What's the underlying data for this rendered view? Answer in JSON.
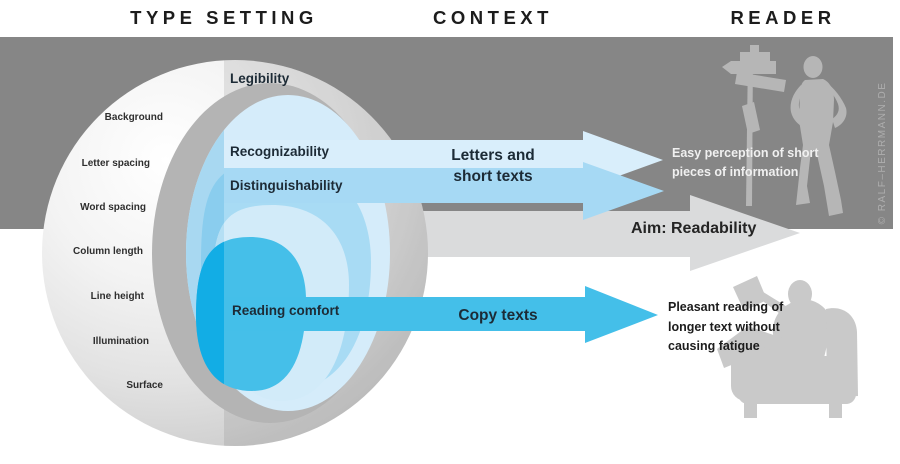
{
  "header": {
    "typesetting": "TYPE SETTING",
    "context": "CONTEXT",
    "reader": "READER"
  },
  "sphere": {
    "factors": [
      "Background",
      "Letter spacing",
      "Word spacing",
      "Column length",
      "Line height",
      "Illumination",
      "Surface"
    ],
    "layers": {
      "outer": "Legibility",
      "ring2": "Recognizability",
      "ring3": "Distinguishability",
      "core": "Reading comfort"
    }
  },
  "flows": {
    "short_texts_lines": [
      "Letters and",
      "short texts"
    ],
    "aim": "Aim: Readability",
    "copy_texts": "Copy texts"
  },
  "outcomes": {
    "short_lines": [
      "Easy perception of short",
      "pieces of information"
    ],
    "long_lines": [
      "Pleasant reading of",
      "longer text without",
      "causing fatigue"
    ]
  },
  "credit": "© RALF–HERRMANN.DE",
  "colors": {
    "panel_gray": "#868686",
    "arrow_gray": "#dadbdc",
    "band_pale_blue": "#d9eefb",
    "band_medium_blue": "#a6d9f4",
    "arrow_cyan": "#44bfe9",
    "core_cyan_left": "#12ade5",
    "shell_gray": "#d6d6d6",
    "silhouette_on_panel": "#b6b6b6",
    "silhouette_on_white": "#c9c9c9"
  }
}
